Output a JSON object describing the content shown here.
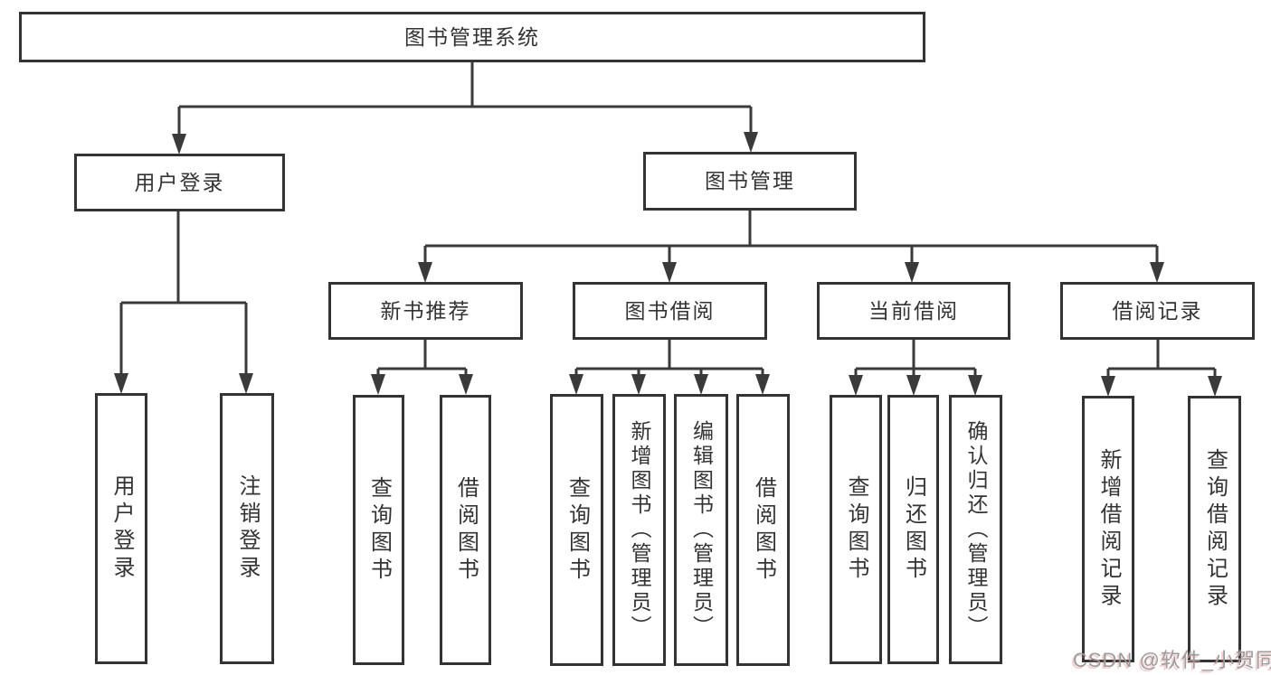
{
  "diagram": {
    "watermark": "CSDN @软件_小贺同学",
    "colors": {
      "background": "#ffffff",
      "line": "#3a3a3a",
      "box_border": "#333333",
      "text": "#333333",
      "watermark_text": "#9b9b9b"
    },
    "nodes": {
      "root": {
        "label": "图书管理系统"
      },
      "level1": [
        {
          "label": "用户登录"
        },
        {
          "label": "图书管理"
        }
      ],
      "level2": [
        {
          "label": "新书推荐"
        },
        {
          "label": "图书借阅"
        },
        {
          "label": "当前借阅"
        },
        {
          "label": "借阅记录"
        }
      ],
      "leaves": {
        "user_login": [
          "用户登录",
          "注销登录"
        ],
        "new_book": [
          "查询图书",
          "借阅图书"
        ],
        "book_borrow": [
          "查询图书",
          "新增图书（管理员）",
          "编辑图书（管理员）",
          "借阅图书"
        ],
        "current_borrow": [
          "查询图书",
          "归还图书",
          "确认归还（管理员）"
        ],
        "borrow_record": [
          "新增借阅记录",
          "查询借阅记录"
        ]
      }
    }
  }
}
